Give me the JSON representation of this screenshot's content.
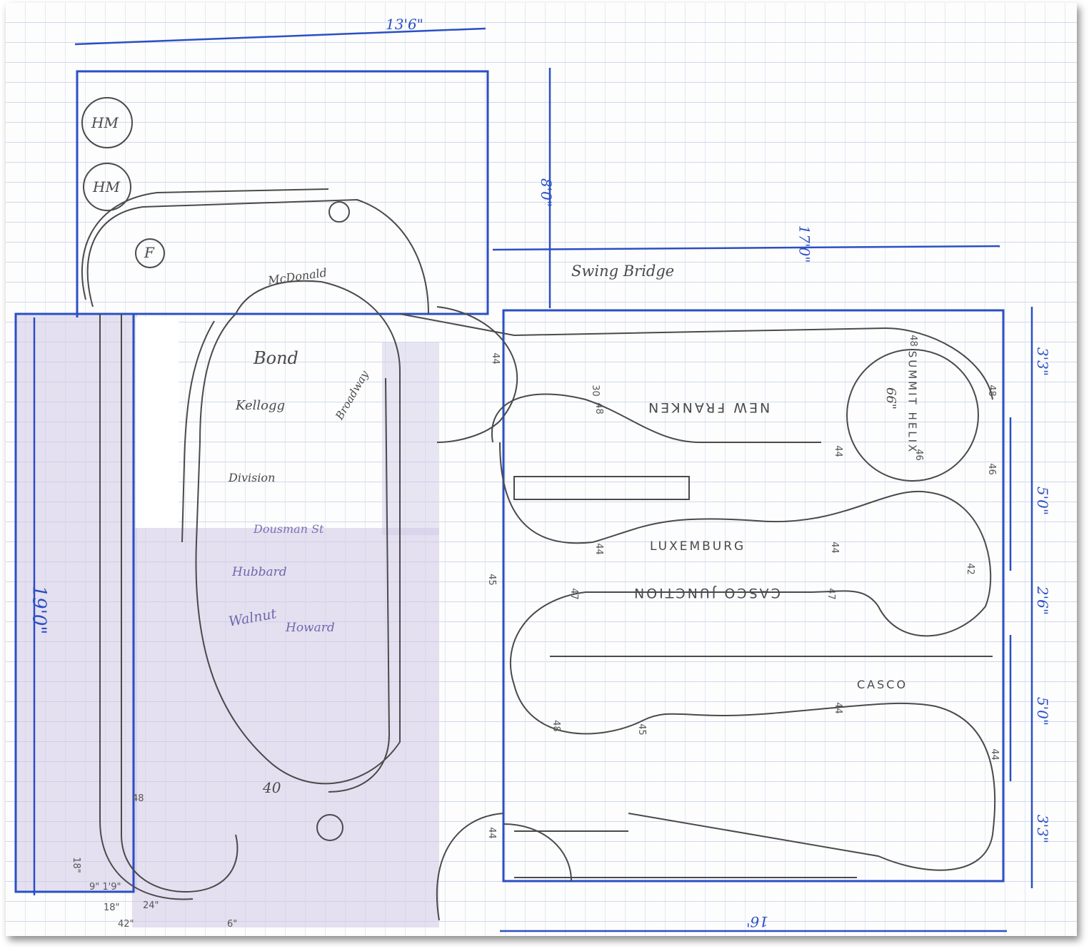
{
  "dimensions": {
    "top_width": "13'6\"",
    "upper_height": "8'0\"",
    "right_total": "17'0\"",
    "left_height": "19'0\"",
    "right_seg1": "3'3\"",
    "right_seg2": "5'0\"",
    "right_seg3": "2'6\"",
    "right_seg4": "5'0\"",
    "right_seg5": "3'3\"",
    "bottom_left_1": "18\"",
    "bottom_left_2": "24\"",
    "bottom_left_3": "42\"",
    "bottom_left_4": "6\"",
    "bottom_left_5": "9\" 1'9\"",
    "bottom_left_6": "18\"",
    "bottom_right": "16'"
  },
  "labels": {
    "hm1": "HM",
    "hm2": "HM",
    "f": "F",
    "mcdonald": "McDonald",
    "swing_bridge": "Swing Bridge",
    "bond": "Bond",
    "kellogg": "Kellogg",
    "broadway": "Broadway",
    "division": "Division",
    "dousman": "Dousman St",
    "hubbard": "Hubbard",
    "walnut": "Walnut",
    "howard": "Howard",
    "forty": "40",
    "forty_eight": "48",
    "new_franken": "NEW FRANKEN",
    "summit_helix": "SUMMIT HELIX",
    "helix_size": "66\"",
    "luxemburg": "LUXEMBURG",
    "casco_junction": "CASCO JUNCTION",
    "casco": "CASCO"
  },
  "radii": [
    "44",
    "48",
    "46",
    "44",
    "44",
    "45",
    "44",
    "47",
    "47",
    "42",
    "48",
    "45",
    "44",
    "44",
    "46",
    "48",
    "44",
    "48",
    "30"
  ],
  "colors": {
    "pencil": "#4a4a4a",
    "ink_blue": "#2b4fc4",
    "overlay": "#cfc8e6",
    "grid": "#cfd8ec"
  }
}
